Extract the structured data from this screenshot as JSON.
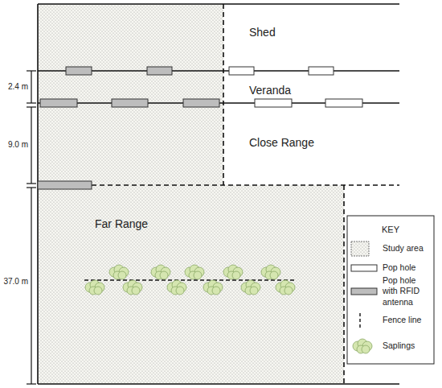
{
  "diagram": {
    "labels": [
      "Shed",
      "Veranda",
      "Close Range",
      "Far Range",
      "2.4 m",
      "9.0 m",
      "37.0 m",
      "KEY"
    ],
    "legend": [
      {
        "text": "Study area"
      },
      {
        "text": "Pop hole"
      },
      {
        "text": "Pop hole with RFID antenna"
      },
      {
        "text": "Fence line"
      },
      {
        "text": "Saplings"
      }
    ]
  }
}
